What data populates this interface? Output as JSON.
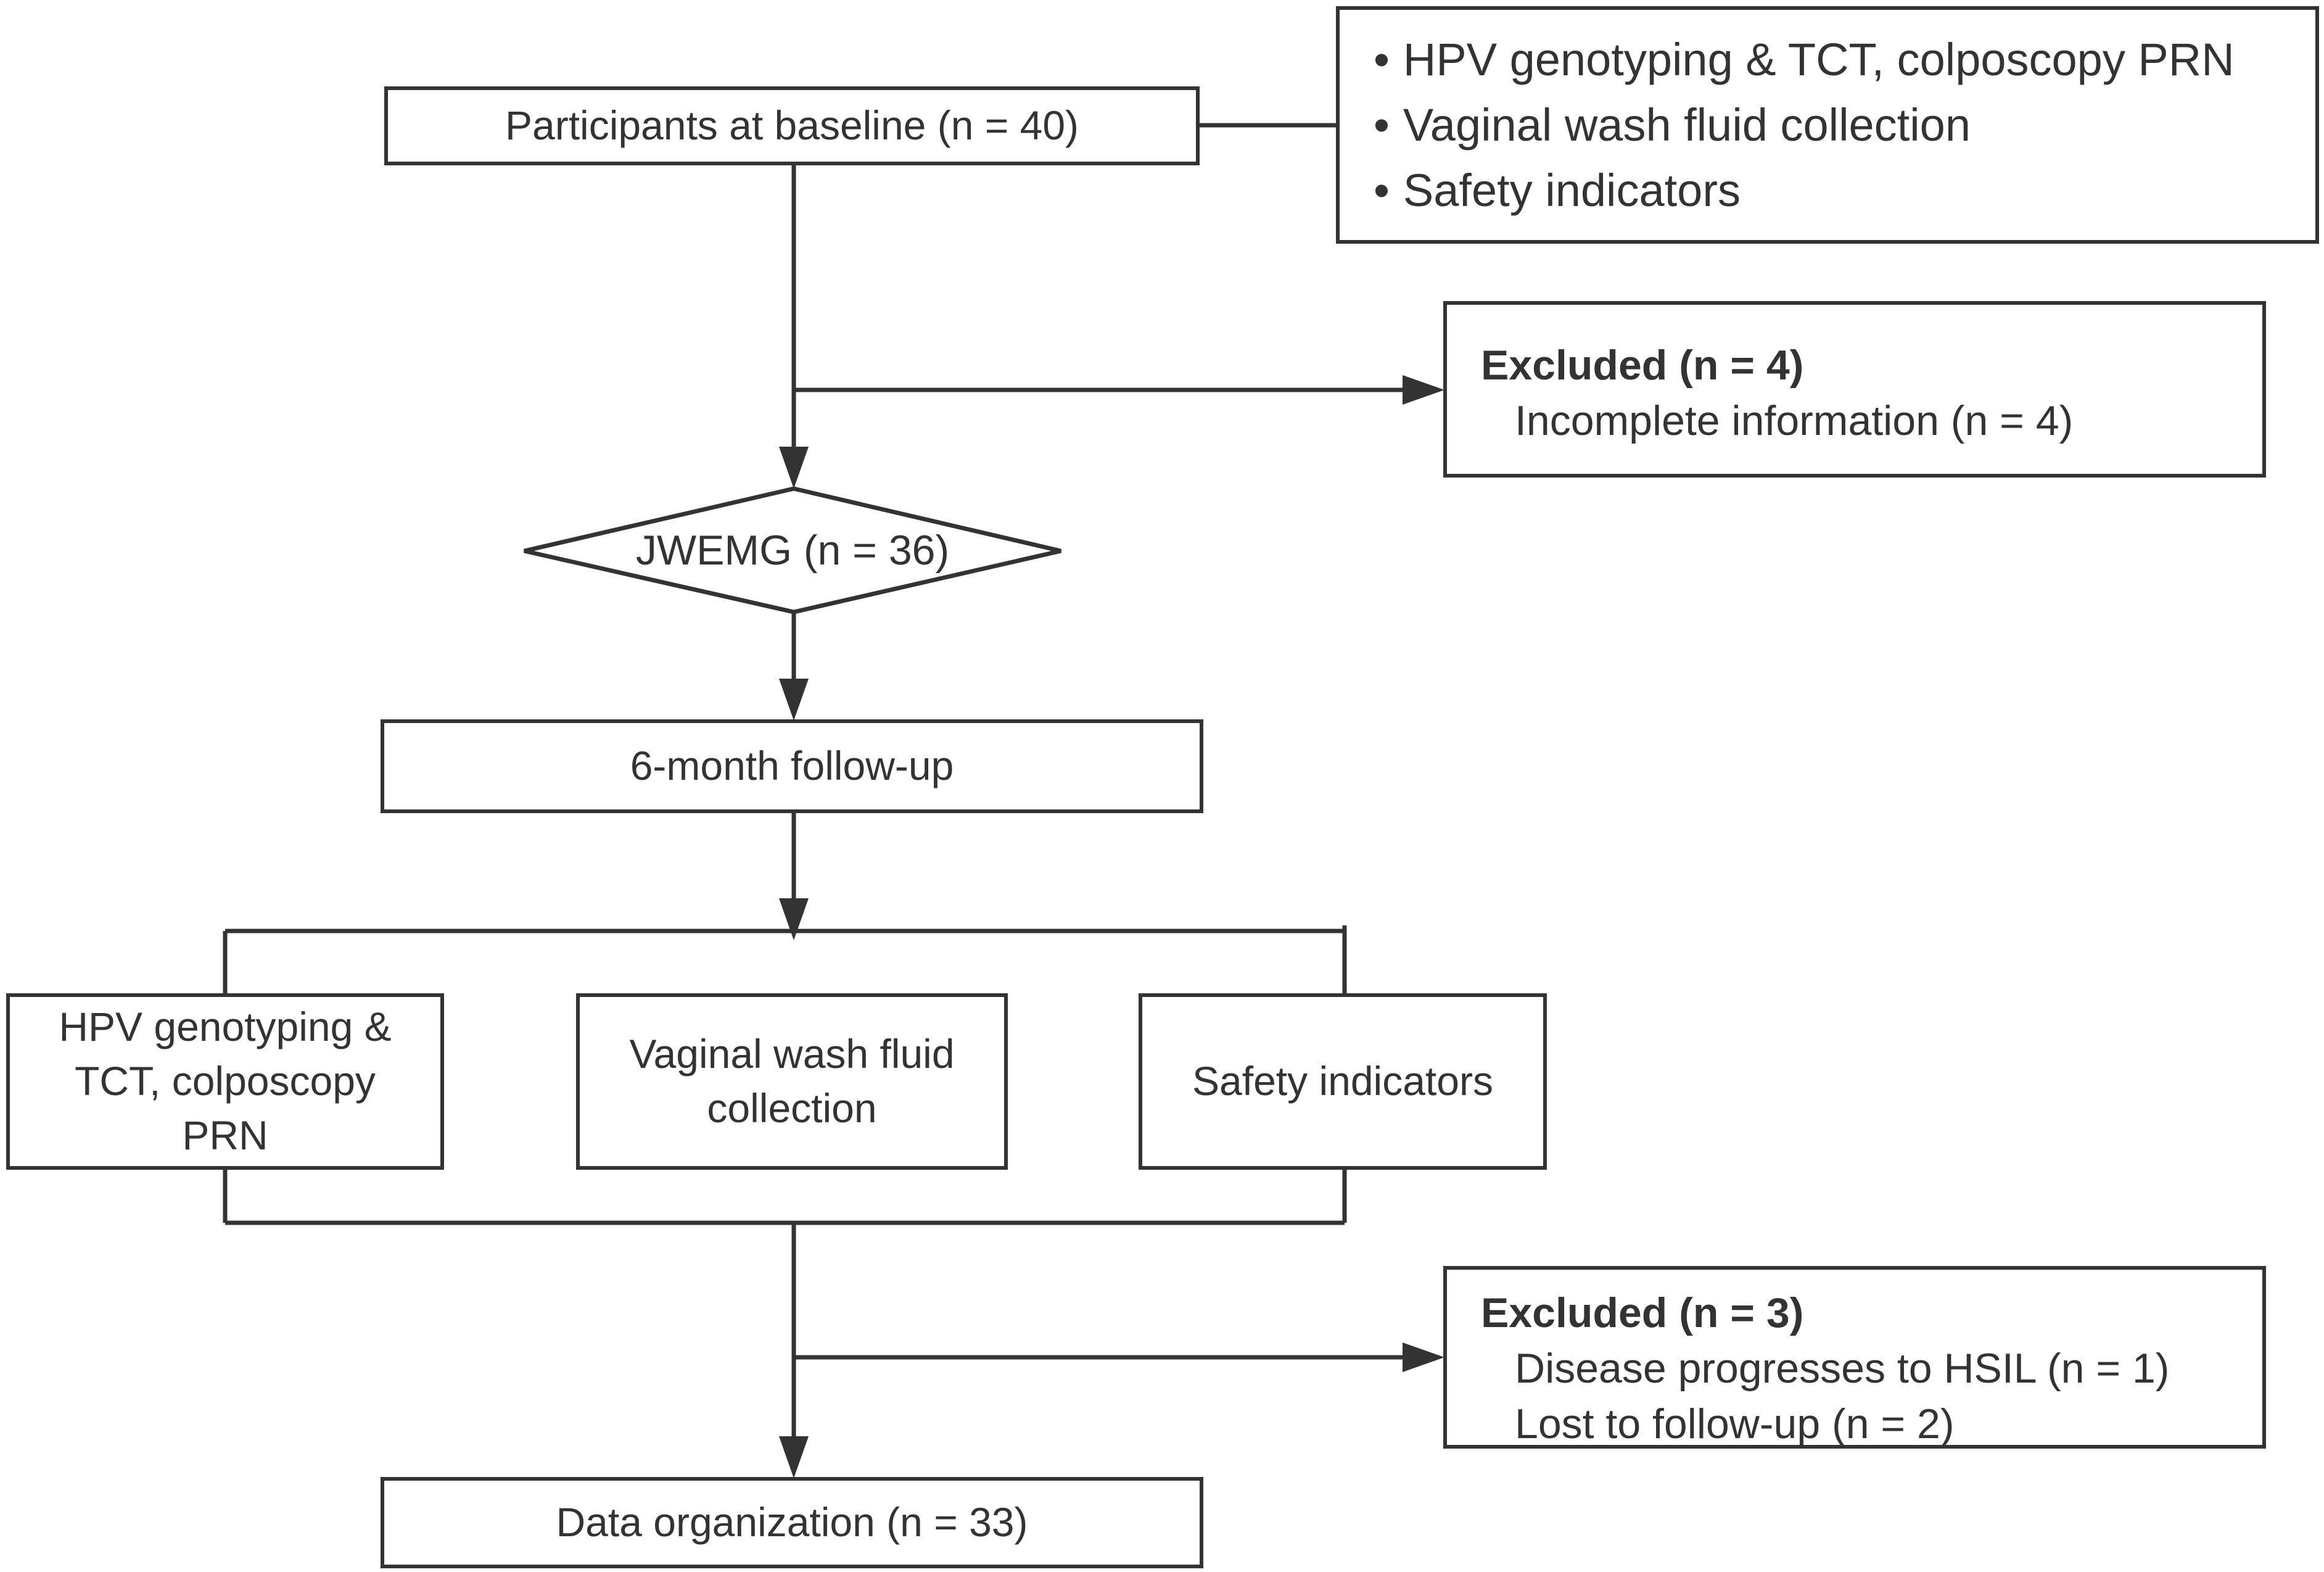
{
  "diagram": {
    "baseline": {
      "label": "Participants at baseline (n = 40)"
    },
    "baseline_assessments": [
      "HPV genotyping & TCT, colposcopy PRN",
      "Vaginal wash fluid collection",
      "Safety indicators"
    ],
    "exclusion_1": {
      "title": "Excluded (n = 4)",
      "reasons": [
        "Incomplete information (n = 4)"
      ]
    },
    "group": {
      "label": "JWEMG (n = 36)"
    },
    "followup": {
      "label": "6-month follow-up"
    },
    "followup_assessments": {
      "hpv": [
        "HPV genotyping &",
        "TCT, colposcopy",
        "PRN"
      ],
      "vaginal": [
        "Vaginal wash fluid",
        "collection"
      ],
      "safety": [
        "Safety indicators"
      ]
    },
    "exclusion_2": {
      "title": "Excluded (n = 3)",
      "reasons": [
        "Disease progresses to HSIL (n = 1)",
        "Lost to follow-up (n = 2)"
      ]
    },
    "final": {
      "label": "Data organization (n = 33)"
    }
  },
  "colors": {
    "stroke": "#333333",
    "background": "#ffffff"
  }
}
